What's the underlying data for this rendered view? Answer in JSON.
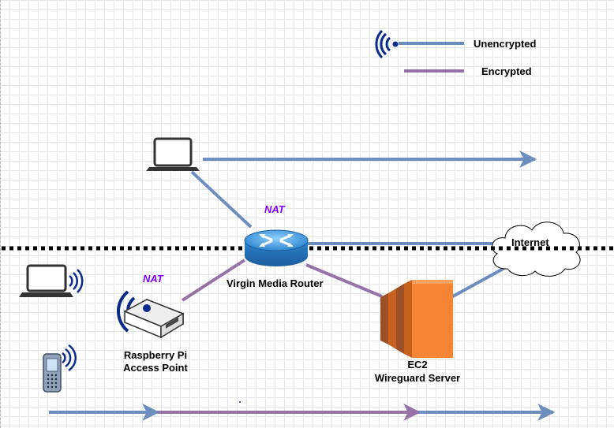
{
  "legend": {
    "unencrypted_label": "Unencrypted",
    "encrypted_label": "Encrypted"
  },
  "colors": {
    "unencrypted": "#6c8ebf",
    "encrypted": "#9673a6",
    "router": "#3b8fd6",
    "ec2": "#f58534",
    "boundary": "#000000",
    "nat_text": "#7f00ff"
  },
  "nodes": {
    "router": {
      "label": "Virgin Media Router",
      "nat_label": "NAT"
    },
    "raspberry_pi": {
      "label_line1": "Raspberry Pi",
      "label_line2": "Access Point",
      "nat_label": "NAT"
    },
    "ec2": {
      "label_line1": "EC2",
      "label_line2": "Wireguard Server"
    },
    "internet": {
      "label": "Internet"
    }
  },
  "icons": {
    "laptop_top": "laptop-icon",
    "laptop_wifi": "laptop-wifi-icon",
    "phone": "mobile-phone-icon",
    "router": "router-icon",
    "raspberry_pi": "access-point-icon",
    "ec2": "ec2-instance-icon",
    "internet": "cloud-icon",
    "legend": "wifi-signal-icon"
  }
}
